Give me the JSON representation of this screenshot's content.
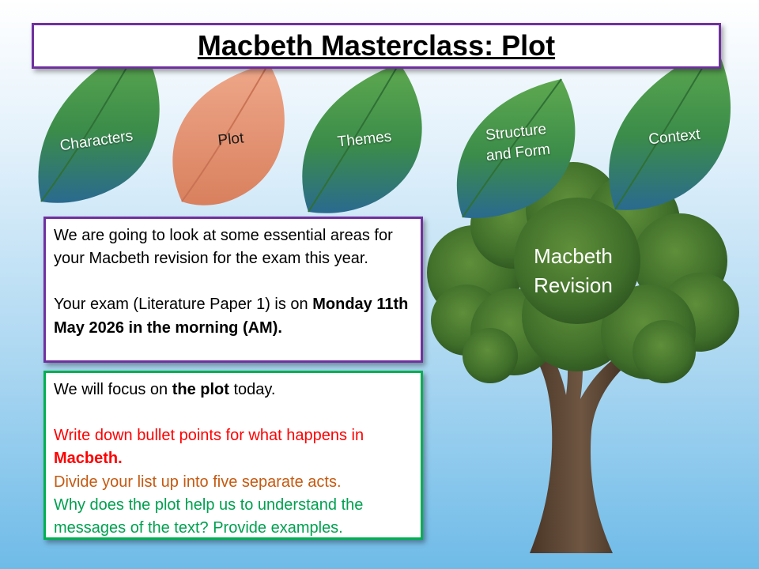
{
  "title": "Macbeth Masterclass: Plot",
  "leaves": [
    {
      "label": "Characters",
      "color": "#3e8f45"
    },
    {
      "label": "Plot",
      "color": "#e8987a"
    },
    {
      "label": "Themes",
      "color": "#3e8f45"
    },
    {
      "label": "Structure and Form",
      "line1": "Structure",
      "line2": "and Form",
      "color": "#3e8f45"
    },
    {
      "label": "Context",
      "color": "#3e8f45"
    }
  ],
  "tree": {
    "line1": "Macbeth",
    "line2": "Revision"
  },
  "intro": {
    "text1": "We are going to look at some essential areas for your Macbeth revision for the exam this year.",
    "text2": "Your exam (Literature Paper 1) is on ",
    "text2_bold": "Monday 11th May 2026 in the morning (AM)."
  },
  "tasks": {
    "focus_pre": "We will focus on ",
    "focus_bold": "the plot",
    "focus_post": " today.",
    "bullet1": "Write down bullet points for what happens in ",
    "bullet1_bold": "Macbeth.",
    "bullet2": "Divide your list up into five separate acts.",
    "bullet3": "Why does the plot help us to understand the messages of the text? Provide examples."
  },
  "colors": {
    "title_border": "#7030a0",
    "task_border": "#00b050",
    "red": "#ff0000",
    "orange": "#c55a11",
    "green": "#00a050"
  }
}
